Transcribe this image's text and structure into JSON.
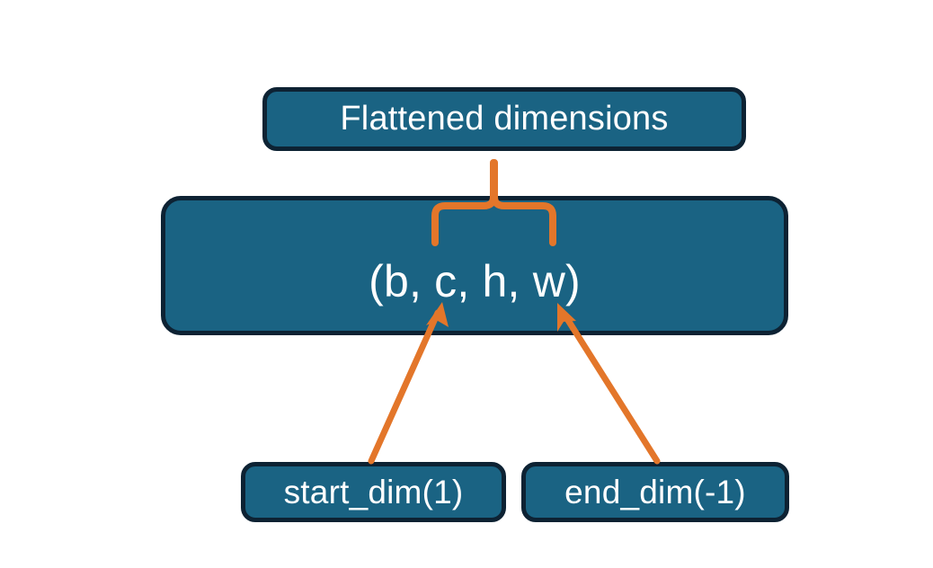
{
  "diagram": {
    "type": "annotated-block-diagram",
    "title": "Flatten dimension range annotation",
    "background_color": "#ffffff",
    "palette": {
      "node_fill": "#1a6383",
      "node_border": "#0d2233",
      "node_text": "#ffffff",
      "annotation": "#e3762a"
    },
    "nodes": [
      {
        "id": "flattened",
        "label": "Flattened dimensions",
        "role": "caption-box"
      },
      {
        "id": "shape",
        "label": "(b, c, h, w)",
        "role": "tensor-shape-box",
        "dims": [
          "b",
          "c",
          "h",
          "w"
        ]
      },
      {
        "id": "start_dim",
        "label": "start_dim(1)",
        "role": "parameter-box",
        "value": 1
      },
      {
        "id": "end_dim",
        "label": "end_dim(-1)",
        "role": "parameter-box",
        "value": -1
      }
    ],
    "connectors": [
      {
        "id": "brace-flattened",
        "kind": "curly-brace",
        "from": "shape",
        "to": "flattened",
        "spans_dims": [
          "c",
          "h",
          "w"
        ],
        "color": "#e3762a"
      },
      {
        "id": "arrow-start-dim",
        "kind": "arrow",
        "from": "start_dim",
        "to": "shape",
        "points_at_dim": "c",
        "color": "#e3762a"
      },
      {
        "id": "arrow-end-dim",
        "kind": "arrow",
        "from": "end_dim",
        "to": "shape",
        "points_at_dim": "w",
        "color": "#e3762a"
      }
    ]
  }
}
